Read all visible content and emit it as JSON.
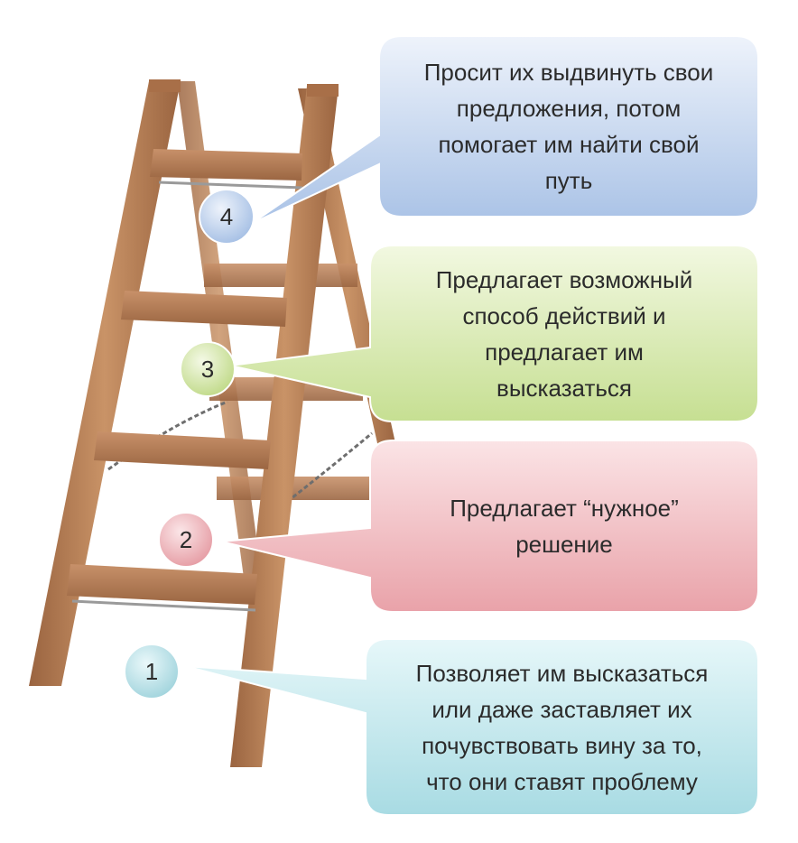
{
  "steps": [
    {
      "number": "1",
      "text": "Позволяет им высказаться\nили даже заставляет их\nпочувствовать вину за то,\nчто они ставят проблему",
      "color": "#bfe6ec"
    },
    {
      "number": "2",
      "text": "Предлагает “нужное”\nрешение",
      "color": "#efb9be"
    },
    {
      "number": "3",
      "text": "Предлагает возможный\nспособ действий и\nпредлагает им\nвысказаться",
      "color": "#d7eab1"
    },
    {
      "number": "4",
      "text": "Просит их выдвинуть свои\nпредложения, потом\nпомогает им найти свой\nпуть",
      "color": "#c3d5ef"
    }
  ],
  "colors": {
    "wood": "#b77d52",
    "wood_dark": "#8c5a37",
    "chain": "#7a7a7a"
  }
}
